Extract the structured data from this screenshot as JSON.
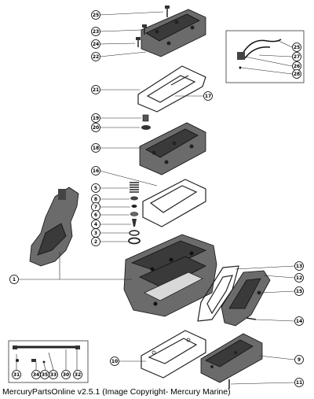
{
  "caption": "MercuryPartsOnline v2.5.1 (Image Copyright- Mercury Marine)",
  "callouts": {
    "c25a": "25",
    "c23a": "23",
    "c24a": "24",
    "c22": "22",
    "c21": "21",
    "c17": "17",
    "c19": "19",
    "c20": "20",
    "c18": "18",
    "c16": "16",
    "c5": "5",
    "c8": "8",
    "c7": "7",
    "c6": "6",
    "c4": "4",
    "c3": "3",
    "c2": "2",
    "c1": "1",
    "c13": "13",
    "c12": "12",
    "c15": "15",
    "c14": "14",
    "c10": "10",
    "c9": "9",
    "c11": "11",
    "c25b": "25",
    "c27": "27",
    "c26": "26",
    "c28": "28",
    "c31": "31",
    "c34": "34",
    "c35": "35",
    "c33": "33",
    "c30": "30",
    "c32": "32"
  }
}
